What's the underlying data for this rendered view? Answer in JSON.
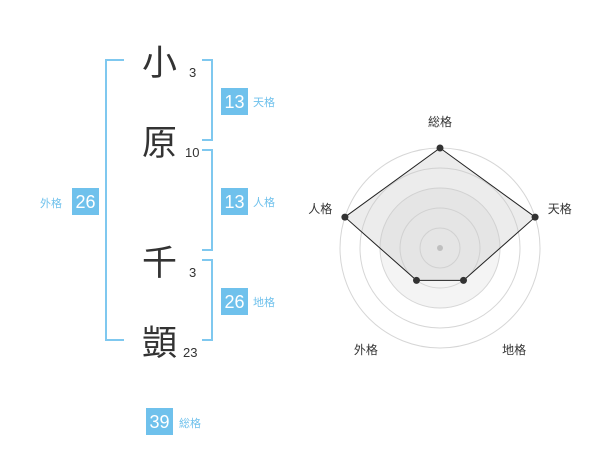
{
  "name": {
    "characters": [
      {
        "char": "小",
        "strokes": "3"
      },
      {
        "char": "原",
        "strokes": "10"
      },
      {
        "char": "千",
        "strokes": "3"
      },
      {
        "char": "顗",
        "strokes": "23"
      }
    ]
  },
  "fortunes": {
    "tenkaku": {
      "value": "13",
      "label": "天格"
    },
    "jinkaku": {
      "value": "13",
      "label": "人格"
    },
    "chikaku": {
      "value": "26",
      "label": "地格"
    },
    "gaikaku": {
      "value": "26",
      "label": "外格"
    },
    "soukaku": {
      "value": "39",
      "label": "総格"
    }
  },
  "colors": {
    "accent": "#6fc1ec",
    "bracket": "#7fc8ef",
    "text": "#333333"
  },
  "chart_data": {
    "type": "radar",
    "axes": [
      "総格",
      "天格",
      "地格",
      "外格",
      "人格"
    ],
    "values": [
      5,
      5,
      2,
      2,
      5
    ],
    "max": 5
  }
}
